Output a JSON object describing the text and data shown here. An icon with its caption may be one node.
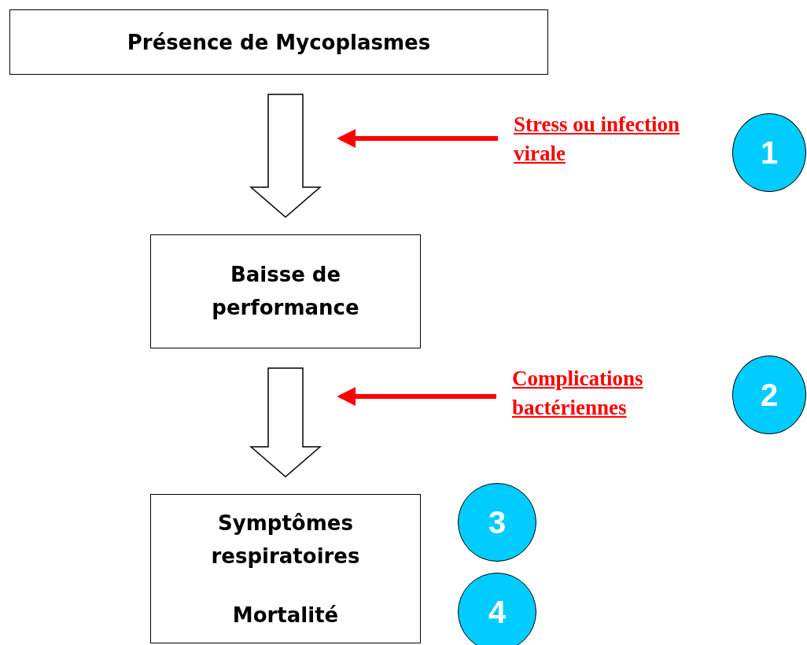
{
  "diagram": {
    "nodes": [
      {
        "text": [
          "Présence de Mycoplasmes"
        ]
      },
      {
        "text": [
          "Baisse de performance"
        ]
      },
      {
        "text": [
          "Symptômes respiratoires",
          "Mortalité"
        ]
      },
      {
        "text": [
          "Stress ou infection virale"
        ]
      },
      {
        "text": [
          "Complications bactériennes"
        ]
      },
      {
        "text": [
          "1"
        ]
      },
      {
        "text": [
          "2"
        ]
      },
      {
        "text": [
          "3"
        ]
      },
      {
        "text": [
          "4"
        ]
      }
    ],
    "edges": [
      {
        "from": 0,
        "to": 1,
        "arrow": "to",
        "style": "thick",
        "color": "#000000"
      },
      {
        "from": 1,
        "to": 2,
        "arrow": "to",
        "style": "thick",
        "color": "#000000"
      },
      {
        "from": 3,
        "to": null,
        "arrow": "to",
        "color": "#ff0000"
      },
      {
        "from": 4,
        "to": null,
        "arrow": "to",
        "color": "#ff0000"
      }
    ]
  }
}
